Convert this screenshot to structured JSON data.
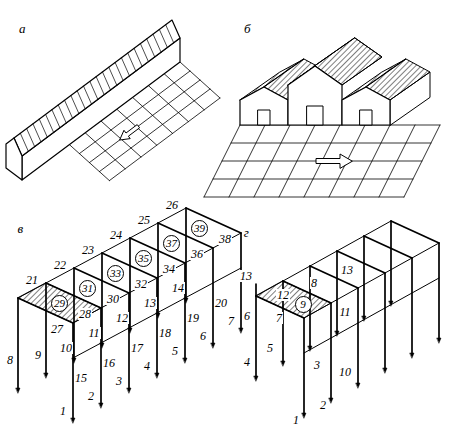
{
  "diagram": {
    "nodes": [
      {
        "text": [
          "29"
        ]
      },
      {
        "text": [
          "31"
        ]
      },
      {
        "text": [
          "33"
        ]
      },
      {
        "text": [
          "35"
        ]
      },
      {
        "text": [
          "37"
        ]
      },
      {
        "text": [
          "39"
        ]
      },
      {
        "text": [
          "9"
        ]
      }
    ],
    "labels": [
      "а",
      "б",
      "в",
      "г",
      "8",
      "9",
      "21",
      "10",
      "22",
      "11",
      "23",
      "12",
      "24",
      "13",
      "25",
      "14",
      "26",
      "38",
      "36",
      "20",
      "34",
      "19",
      "32",
      "18",
      "30",
      "17",
      "28",
      "16",
      "27",
      "15",
      "2",
      "3",
      "4",
      "5",
      "6",
      "7",
      "1",
      "13",
      "6",
      "12",
      "8",
      "7",
      "5",
      "4",
      "13",
      "3",
      "11",
      "10",
      "2",
      "1"
    ]
  }
}
